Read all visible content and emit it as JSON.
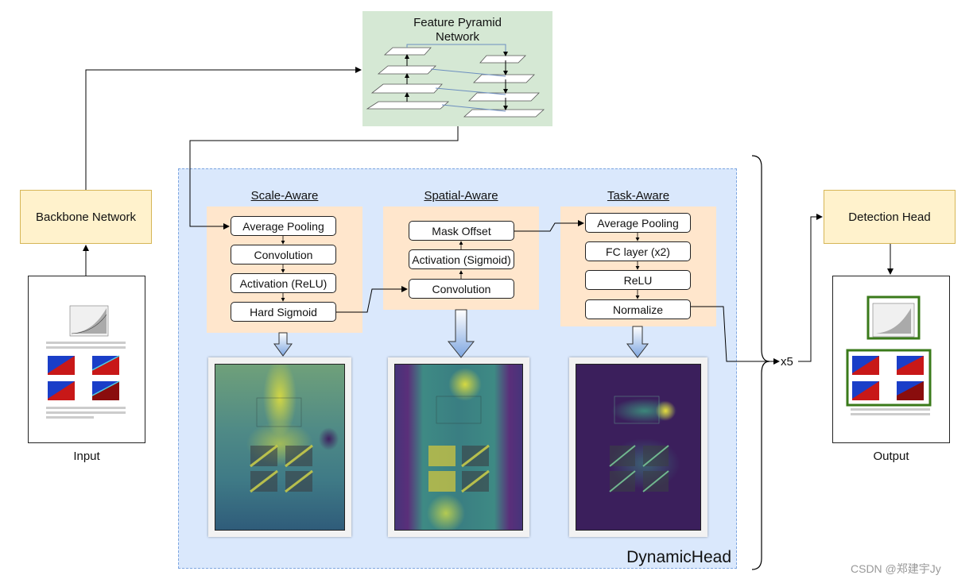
{
  "fpn": {
    "title_line1": "Feature Pyramid",
    "title_line2": "Network"
  },
  "backbone": {
    "label": "Backbone Network"
  },
  "detection_head": {
    "label": "Detection Head"
  },
  "input": {
    "caption": "Input"
  },
  "output": {
    "caption": "Output"
  },
  "dynamic_head": {
    "label": "DynamicHead"
  },
  "repeat": {
    "label": "x5"
  },
  "watermark": "CSDN @郑建宇Jy",
  "scale_aware": {
    "title": "Scale-Aware",
    "steps": [
      "Average Pooling",
      "Convolution",
      "Activation (ReLU)",
      "Hard Sigmoid"
    ]
  },
  "spatial_aware": {
    "title": "Spatial-Aware",
    "steps": [
      "Mask Offset",
      "Activation (Sigmoid)",
      "Convolution"
    ]
  },
  "task_aware": {
    "title": "Task-Aware",
    "steps": [
      "Average Pooling",
      "FC layer (x2)",
      "ReLU",
      "Normalize"
    ]
  },
  "colors": {
    "fpn_bg": "#d5e8d4",
    "yellow_box": "#fff2cc",
    "dynamic_bg": "#dae8fc",
    "panel_bg": "#ffe6cc",
    "detect_outline": "#3a7a1a",
    "heatmap_dark": "#3b1f5c",
    "heatmap_hot": "#e6e23a"
  }
}
